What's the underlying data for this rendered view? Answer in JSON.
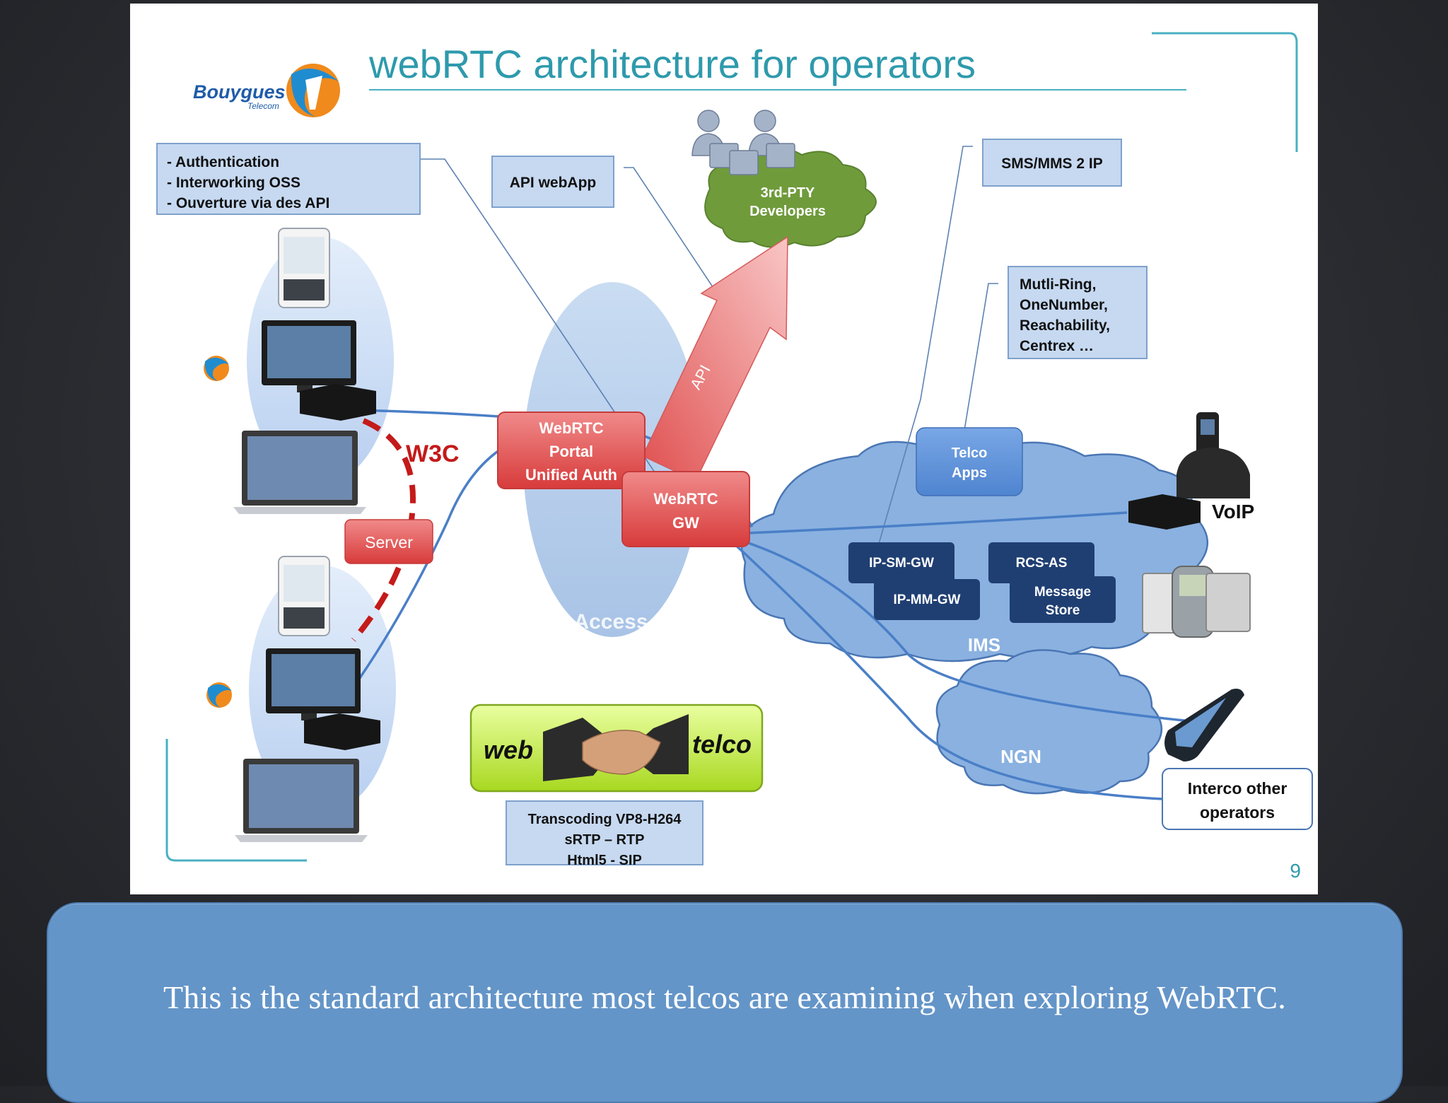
{
  "slide": {
    "title": "webRTC architecture for operators",
    "logo": {
      "brand": "Bouygues",
      "sub": "Telecom"
    },
    "page_number": "9"
  },
  "notes": {
    "top_left": [
      "- Authentication",
      "- Interworking OSS",
      "- Ouverture via des API"
    ],
    "api_webapp": "API webApp",
    "sms_mms": "SMS/MMS 2 IP",
    "services": [
      "Mutli-Ring,",
      "OneNumber,",
      "Reachability,",
      "Centrex …"
    ],
    "transcoding": [
      "Transcoding VP8-H264",
      "sRTP – RTP",
      "Html5 - SIP"
    ],
    "interco": [
      "Interco other",
      "operators"
    ]
  },
  "nodes": {
    "developers": [
      "3rd-PTY",
      "Developers"
    ],
    "api_arrow": "API",
    "w3c": "W3C",
    "server": "Server",
    "portal": [
      "WebRTC",
      "Portal",
      "Unified Auth"
    ],
    "gateway": [
      "WebRTC",
      "GW"
    ],
    "access": "Access",
    "telco_apps": [
      "Telco",
      "Apps"
    ],
    "ip_sm_gw": "IP-SM-GW",
    "ip_mm_gw": "IP-MM-GW",
    "rcs_as": "RCS-AS",
    "message_store": [
      "Message",
      "Store"
    ],
    "ims": "IMS",
    "ngn": "NGN",
    "voip": "VoIP"
  },
  "banner": {
    "left": "web",
    "right": "telco"
  },
  "caption": "This is the standard architecture most telcos are examining when exploring WebRTC.",
  "colors": {
    "title": "#2e9aac",
    "accent_red": "#e04848",
    "light_box": "#c6d9f1",
    "dark_box": "#1f3f73",
    "cloud_blue": "#8ab1e0",
    "cloud_green": "#6e9a3a",
    "caption_bg": "#6495c8",
    "w3c_red": "#c41a1a"
  }
}
